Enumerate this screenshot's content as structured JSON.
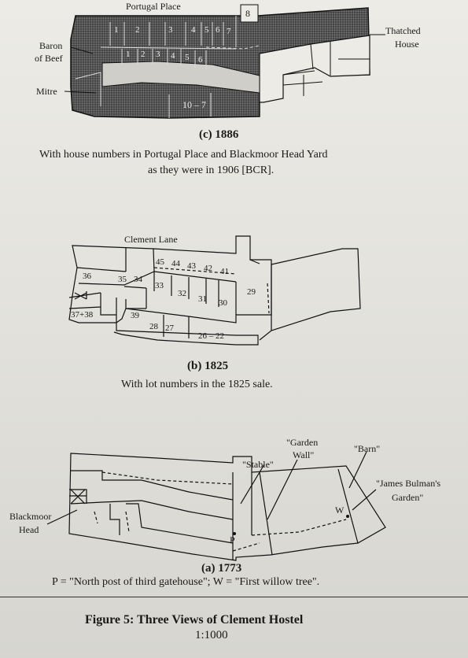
{
  "plan_c": {
    "street_label": "Portugal Place",
    "lot_8": "8",
    "thatched_house": [
      "Thatched",
      "House"
    ],
    "baron_of_beef": [
      "Baron",
      "of Beef"
    ],
    "mitre": "Mitre",
    "upper_numbers": [
      "1",
      "2",
      "3",
      "4",
      "5",
      "6",
      "7"
    ],
    "lower_numbers": [
      "1",
      "2",
      "3",
      "4",
      "5",
      "6"
    ],
    "range": "10 – 7",
    "year": "(c)  1886",
    "caption_line1": "With house numbers in Portugal Place and Blackmoor Head Yard",
    "caption_line2": "as they were in 1906 [BCR]."
  },
  "plan_b": {
    "street_label": "Clement Lane",
    "lots_upper": [
      "45",
      "44",
      "43",
      "42",
      "41"
    ],
    "lot_36": "36",
    "lot_35": "35",
    "lot_34": "34",
    "lot_33": "33",
    "lot_32": "32",
    "lot_31": "31",
    "lot_30": "30",
    "lot_29": "29",
    "lot_37_38": "37+38",
    "lot_39": "39",
    "lot_28": "28",
    "lot_27": "27",
    "lot_26_22": "26 – 22",
    "year": "(b)  1825",
    "caption": "With lot numbers in the 1825 sale."
  },
  "plan_a": {
    "garden_wall": [
      "\"Garden",
      "Wall\""
    ],
    "barn": "\"Barn\"",
    "stable": "\"Stable\"",
    "james_bulman": [
      "\"James Bulman's",
      "Garden\""
    ],
    "blackmoor_head": [
      "Blackmoor",
      "Head"
    ],
    "p_marker": "P",
    "w_marker": "W",
    "year": "(a)  1773",
    "caption": "P = \"North post of third gatehouse\";  W = \"First willow tree\"."
  },
  "figure": {
    "title": "Figure 5: Three Views of Clement Hostel",
    "scale": "1:1000"
  }
}
